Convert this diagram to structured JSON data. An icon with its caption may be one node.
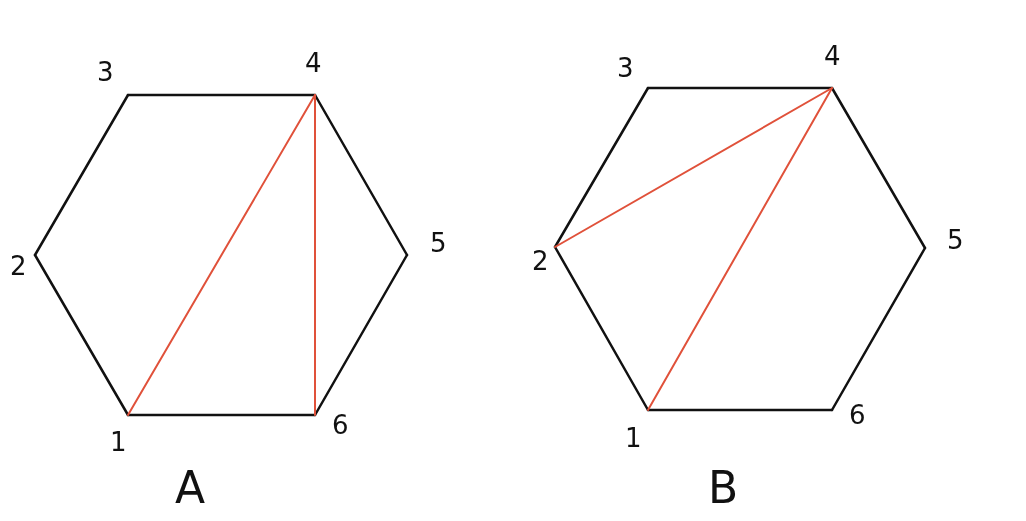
{
  "diagram": {
    "nodes": [
      {
        "text": [
          "1"
        ]
      },
      {
        "text": [
          "2"
        ]
      },
      {
        "text": [
          "3"
        ]
      },
      {
        "text": [
          "4"
        ]
      },
      {
        "text": [
          "5"
        ]
      },
      {
        "text": [
          "6"
        ]
      },
      {
        "text": [
          "1"
        ]
      },
      {
        "text": [
          "2"
        ]
      },
      {
        "text": [
          "3"
        ]
      },
      {
        "text": [
          "4"
        ]
      },
      {
        "text": [
          "5"
        ]
      },
      {
        "text": [
          "6"
        ]
      }
    ],
    "edges": [
      {
        "from": 0,
        "to": 1,
        "arrow": "none"
      },
      {
        "from": 1,
        "to": 2,
        "arrow": "none"
      },
      {
        "from": 2,
        "to": 3,
        "arrow": "none"
      },
      {
        "from": 3,
        "to": 4,
        "arrow": "none"
      },
      {
        "from": 4,
        "to": 5,
        "arrow": "none"
      },
      {
        "from": 5,
        "to": 0,
        "arrow": "none"
      },
      {
        "from": 0,
        "to": 3,
        "arrow": "none",
        "color": "#e0513a"
      },
      {
        "from": 5,
        "to": 3,
        "arrow": "none",
        "color": "#e0513a"
      },
      {
        "from": 6,
        "to": 7,
        "arrow": "none"
      },
      {
        "from": 7,
        "to": 8,
        "arrow": "none"
      },
      {
        "from": 8,
        "to": 9,
        "arrow": "none"
      },
      {
        "from": 9,
        "to": 10,
        "arrow": "none"
      },
      {
        "from": 10,
        "to": 11,
        "arrow": "none"
      },
      {
        "from": 11,
        "to": 6,
        "arrow": "none"
      },
      {
        "from": 7,
        "to": 9,
        "arrow": "none",
        "color": "#e0513a"
      },
      {
        "from": 6,
        "to": 9,
        "arrow": "none",
        "color": "#e0513a"
      }
    ],
    "labels": [
      "A",
      "B"
    ]
  }
}
